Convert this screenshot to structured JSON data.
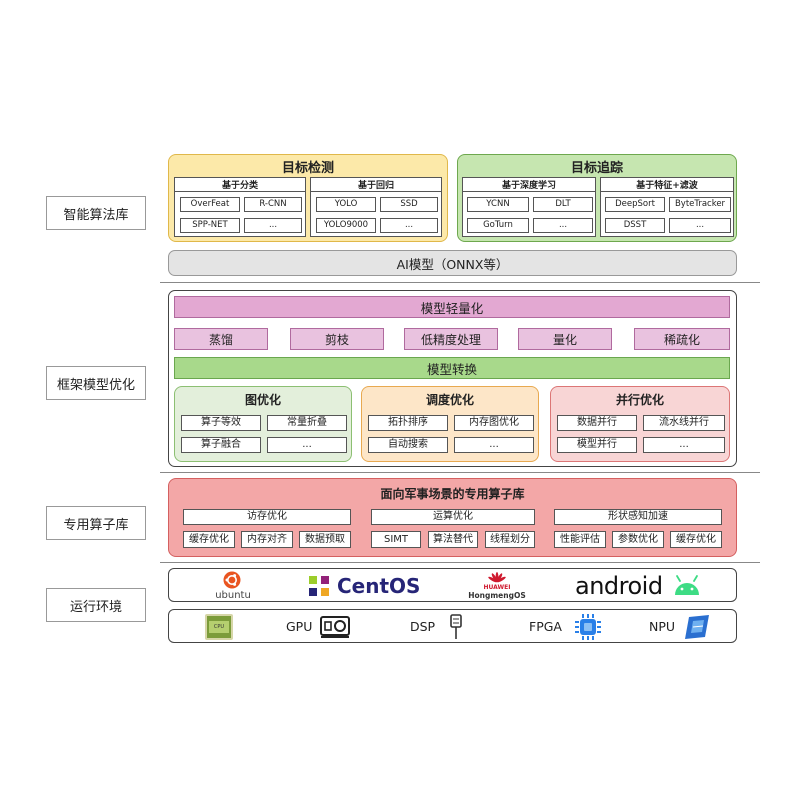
{
  "layers": {
    "algo": "智能算法库",
    "framework": "框架模型优化",
    "operators": "专用算子库",
    "runtime": "运行环境"
  },
  "detection": {
    "title": "目标检测",
    "groups": [
      {
        "title": "基于分类",
        "cells": [
          "OverFeat",
          "R-CNN",
          "SPP-NET",
          "..."
        ]
      },
      {
        "title": "基于回归",
        "cells": [
          "YOLO",
          "SSD",
          "YOLO9000",
          "..."
        ]
      }
    ]
  },
  "tracking": {
    "title": "目标追踪",
    "groups": [
      {
        "title": "基于深度学习",
        "cells": [
          "YCNN",
          "DLT",
          "GoTurn",
          "..."
        ]
      },
      {
        "title": "基于特征+滤波",
        "cells": [
          "DeepSort",
          "ByteTracker",
          "DSST",
          "..."
        ]
      }
    ]
  },
  "ai_model": "AI模型（ONNX等）",
  "lightweight": {
    "title": "模型轻量化",
    "items": [
      "蒸馏",
      "剪枝",
      "低精度处理",
      "量化",
      "稀疏化"
    ]
  },
  "conversion": "模型转换",
  "graph_opt": {
    "title": "图优化",
    "cells": [
      "算子等效",
      "常量折叠",
      "算子融合",
      "..."
    ]
  },
  "sched_opt": {
    "title": "调度优化",
    "cells": [
      "拓扑排序",
      "内存图优化",
      "自动搜索",
      "..."
    ]
  },
  "parallel_opt": {
    "title": "并行优化",
    "cells": [
      "数据并行",
      "流水线并行",
      "模型并行",
      "..."
    ]
  },
  "op_lib": {
    "title": "面向军事场景的专用算子库",
    "columns": [
      {
        "header": "访存优化",
        "cells": [
          "缓存优化",
          "内存对齐",
          "数据预取"
        ]
      },
      {
        "header": "运算优化",
        "cells": [
          "SIMT",
          "算法替代",
          "线程划分"
        ]
      },
      {
        "header": "形状感知加速",
        "cells": [
          "性能评估",
          "参数优化",
          "缓存优化"
        ]
      }
    ]
  },
  "os": {
    "ubuntu": "ubuntu",
    "centos": "CentOS",
    "huawei_brand": "HUAWEI",
    "harmony": "HongmengOS",
    "android": "android"
  },
  "hardware": {
    "cpu": "CPU",
    "gpu": "GPU",
    "dsp": "DSP",
    "fpga": "FPGA",
    "npu": "NPU"
  },
  "colors": {
    "yellow_fill": "#fce9a9",
    "yellow_border": "#e0b84a",
    "green_fill": "#c6e6b0",
    "green_border": "#6ea84e",
    "pink_bar": "#e3a8d2",
    "opt_green": "#e3efdb",
    "opt_orange": "#fde6c8",
    "opt_red": "#f8d5d5",
    "red_fill": "#f3a7a7",
    "red_border": "#d46060",
    "ubuntu_orange": "#e95420",
    "huawei_red": "#cf1a2f",
    "android_green": "#3ddc84",
    "fpga_blue": "#2a80e8",
    "npu_blue": "#2a6fd0"
  }
}
